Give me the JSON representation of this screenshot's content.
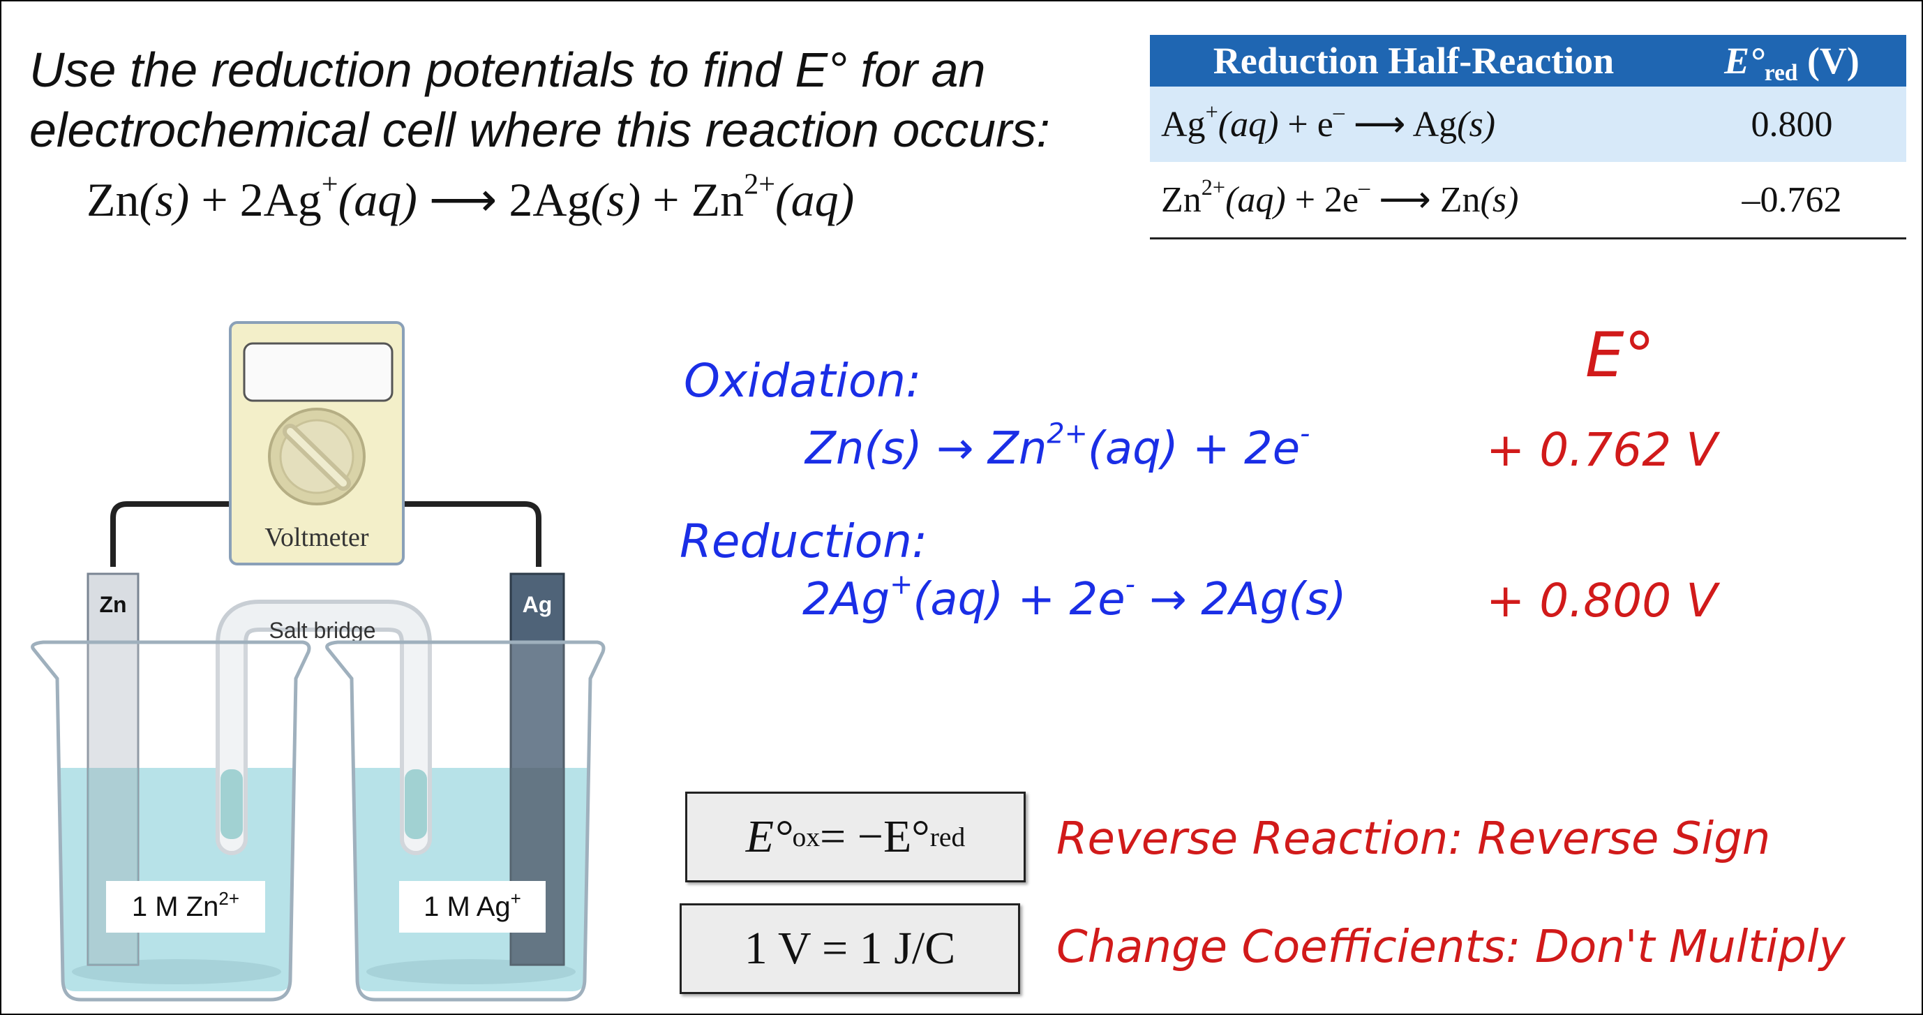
{
  "prompt": {
    "line1": "Use the reduction potentials to find E° for an",
    "line2": "electrochemical cell where this reaction occurs:"
  },
  "reaction": {
    "zn": "Zn",
    "zn_state": "(s)",
    "plus1": " + 2Ag",
    "ag_charge": "+",
    "ag_state": "(aq)",
    "arrow": " ⟶ 2Ag",
    "ag_s_state": "(s)",
    "plus2": " + Zn",
    "zn_charge": "2+",
    "zn_aq_state": "(aq)"
  },
  "table": {
    "header_reaction": "Reduction Half-Reaction",
    "header_potential_e": "E°",
    "header_potential_sub": "red",
    "header_potential_unit": " (V)",
    "rows": [
      {
        "species": "Ag",
        "charge": "+",
        "state1": "(aq)",
        "middle": " + e",
        "e_charge": "–",
        "arrow": " ⟶ Ag",
        "state2": "(s)",
        "value": "0.800"
      },
      {
        "species": "Zn",
        "charge": "2+",
        "state1": "(aq)",
        "middle": " + 2e",
        "e_charge": "–",
        "arrow": " ⟶ Zn",
        "state2": "(s)",
        "value": "–0.762"
      }
    ]
  },
  "apparatus": {
    "voltmeter_label": "Voltmeter",
    "left_electrode": "Zn",
    "right_electrode": "Ag",
    "salt_bridge": "Salt bridge",
    "left_solution": "1 M Zn",
    "left_solution_charge": "2+",
    "right_solution": "1 M Ag",
    "right_solution_charge": "+"
  },
  "annotations": {
    "e0_header": "E°",
    "oxidation_label": "Oxidation:",
    "oxidation_eq_a": "Zn(s) → Zn",
    "oxidation_eq_charge": "2+",
    "oxidation_eq_b": "(aq) + 2e",
    "oxidation_eq_e": "-",
    "oxidation_value": "+ 0.762 V",
    "reduction_label": "Reduction:",
    "reduction_eq_a": "2Ag",
    "reduction_eq_charge": "+",
    "reduction_eq_b": "(aq) + 2e",
    "reduction_eq_e": "-",
    "reduction_eq_c": " → 2Ag(s)",
    "reduction_value": "+ 0.800 V",
    "note1": "Reverse Reaction: Reverse Sign",
    "note2": "Change Coefficients: Don't Multiply"
  },
  "boxes": {
    "box1_e": "E°",
    "box1_sub1": "ox",
    "box1_mid": " = −E°",
    "box1_sub2": "red",
    "box2": "1 V = 1 J/C"
  },
  "colors": {
    "table_header": "#1f66b2",
    "table_row_highlight": "#d7e9f9",
    "handwriting_blue": "#1a2ee6",
    "handwriting_red": "#d11a1a",
    "solution": "#9fd8e0"
  }
}
